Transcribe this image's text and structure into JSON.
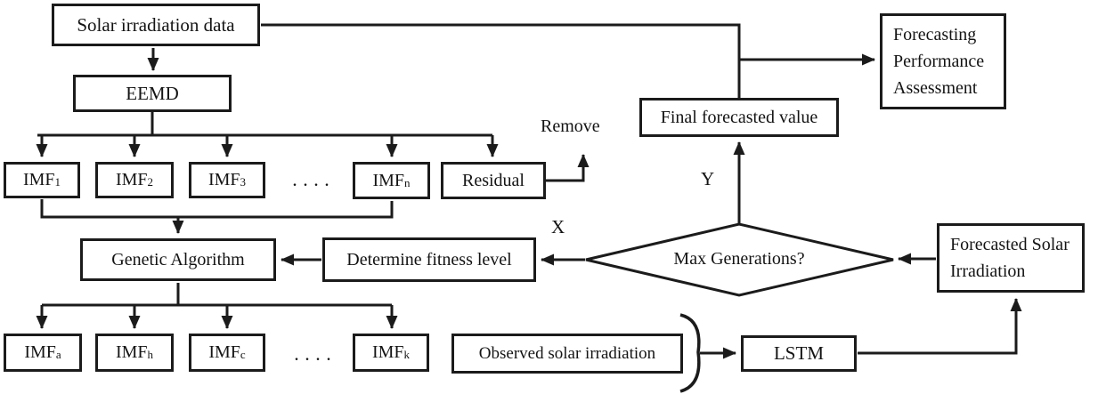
{
  "nodes": {
    "solar_data": "Solar irradiation data",
    "eemd": "EEMD",
    "residual": "Residual",
    "genetic_algorithm": "Genetic Algorithm",
    "determine_fitness": "Determine fitness level",
    "max_generations": "Max Generations?",
    "final_forecast": "Final forecasted value",
    "forecasting_assessment": "Forecasting\nPerformance\nAssessment",
    "forecasted_solar": "Forecasted Solar\nIrradiation",
    "observed": "Observed solar irradiation",
    "lstm": "LSTM"
  },
  "imf_top": [
    {
      "base": "IMF",
      "sub": "1"
    },
    {
      "base": "IMF",
      "sub": "2"
    },
    {
      "base": "IMF",
      "sub": "3"
    },
    {
      "base": "IMF",
      "sub": "n"
    }
  ],
  "imf_bottom": [
    {
      "base": "IMF",
      "sub": "a"
    },
    {
      "base": "IMF",
      "sub": "h"
    },
    {
      "base": "IMF",
      "sub": "c"
    },
    {
      "base": "IMF",
      "sub": "k"
    }
  ],
  "labels": {
    "remove": "Remove",
    "yes_branch": "Y",
    "no_branch": "X",
    "ellipsis": ". . . ."
  },
  "colors": {
    "line": "#1b1b1b",
    "background": "#ffffff"
  }
}
